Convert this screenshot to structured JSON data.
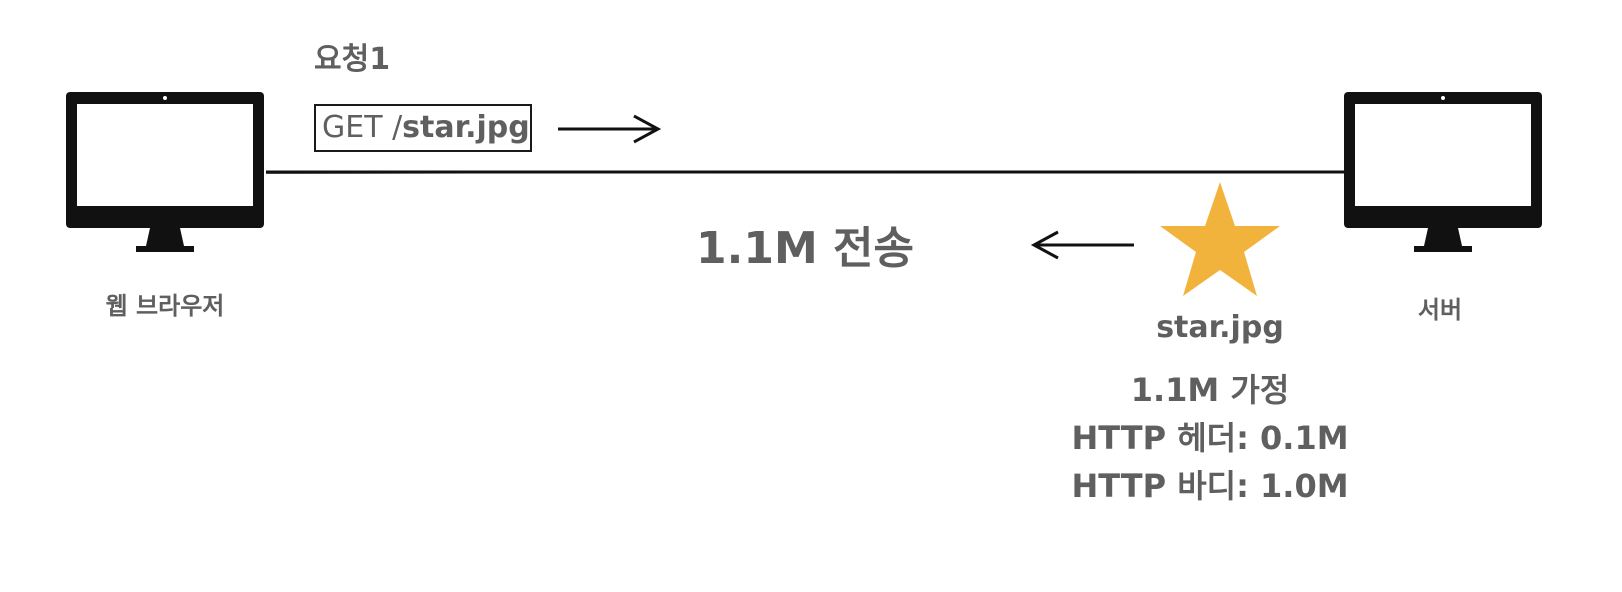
{
  "request": {
    "title": "요청1",
    "method": "GET /",
    "path": "star.jpg"
  },
  "response": {
    "transfer_label": "1.1M 전송",
    "file_name": "star.jpg",
    "info": [
      "1.1M 가정",
      "HTTP 헤더: 0.1M",
      "HTTP 바디: 1.0M"
    ]
  },
  "nodes": {
    "client_label": "웹 브라우저",
    "server_label": "서버"
  },
  "colors": {
    "star": "#f2b33d",
    "ink": "#111111",
    "text": "#5f5f5f"
  },
  "icons": {
    "client": "monitor-icon",
    "server": "monitor-icon",
    "file": "star-icon"
  }
}
